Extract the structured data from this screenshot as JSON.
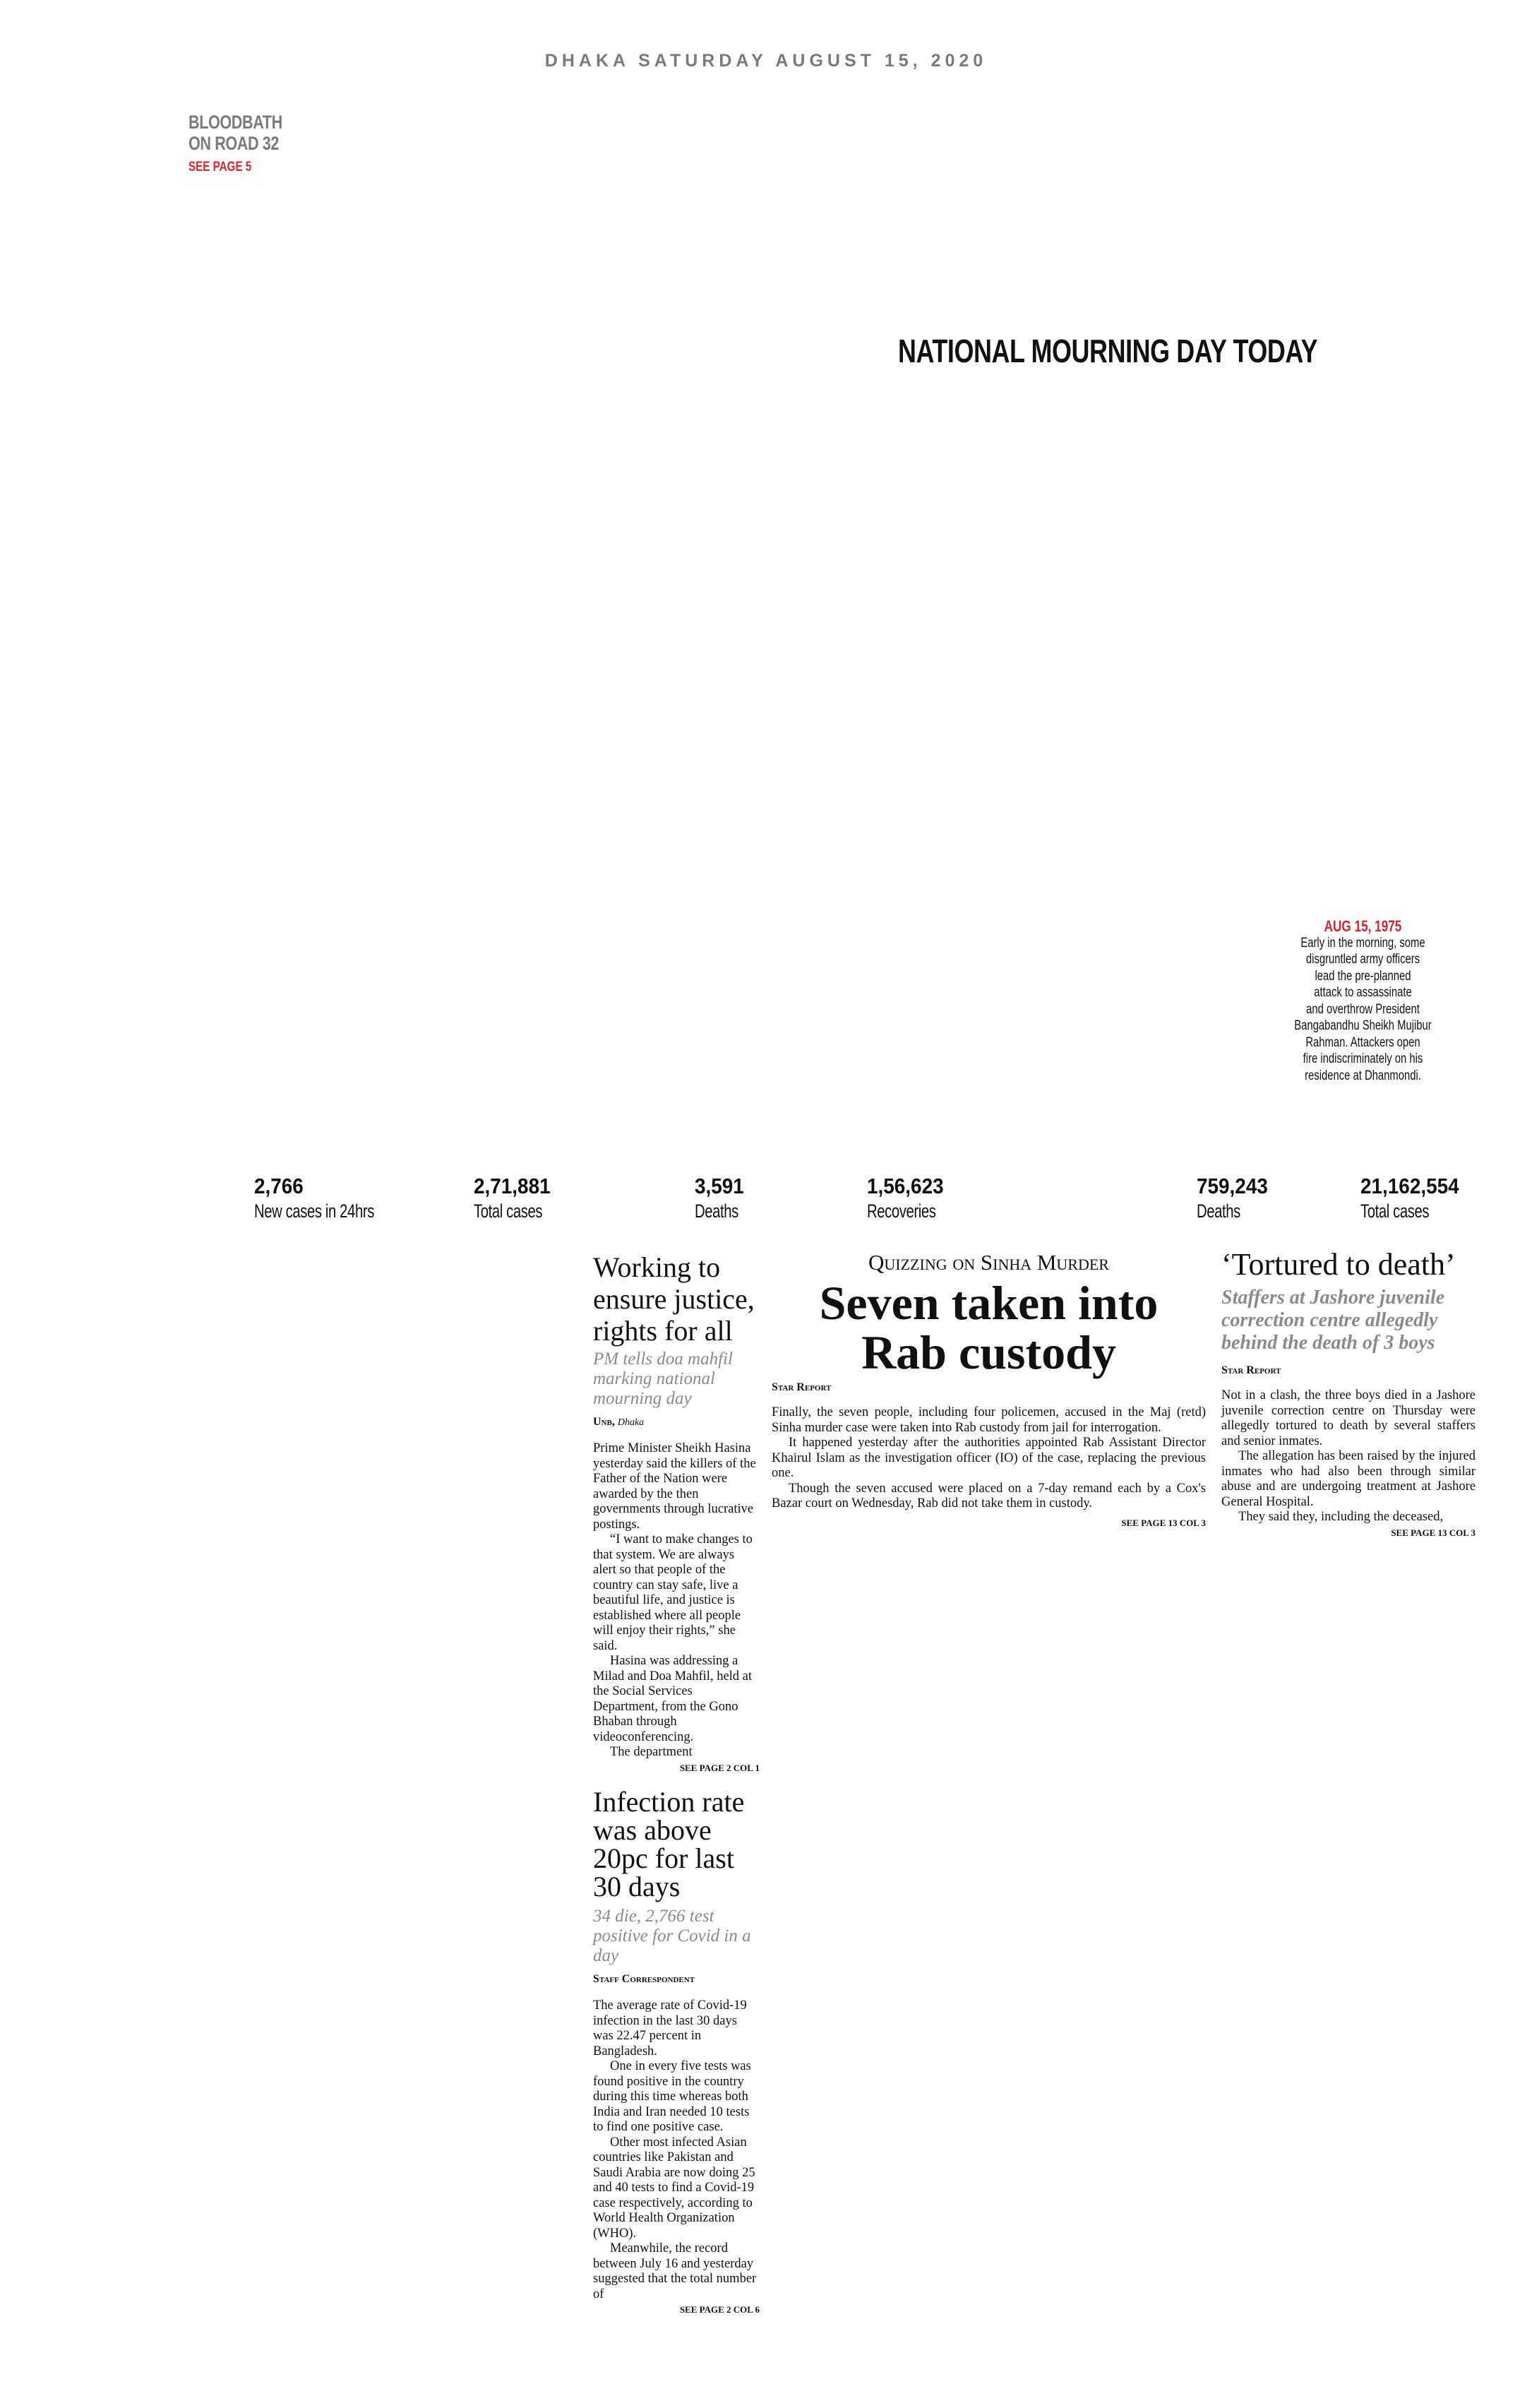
{
  "dateline": "DHAKA SATURDAY AUGUST 15, 2020",
  "teaser": {
    "line1": "BLOODBATH",
    "line2": "ON ROAD 32",
    "see": "SEE PAGE 5"
  },
  "feature_title": "NATIONAL MOURNING DAY TODAY",
  "caption": {
    "title": "AUG 15, 1975",
    "lines": [
      "Early in the morning, some",
      "disgruntled army officers",
      "lead the pre-planned",
      "attack to assassinate",
      "and overthrow President",
      "Bangabandhu Sheikh Mujibur",
      "Rahman. Attackers open",
      "fire indiscriminately on his",
      "residence at Dhanmondi."
    ]
  },
  "stats": [
    {
      "value": "2,766",
      "label": "New cases in 24hrs"
    },
    {
      "value": "2,71,881",
      "label": "Total cases"
    },
    {
      "value": "3,591",
      "label": "Deaths"
    },
    {
      "value": "1,56,623",
      "label": "Recoveries"
    },
    {
      "value": "759,243",
      "label": "Deaths"
    },
    {
      "value": "21,162,554",
      "label": "Total cases"
    }
  ],
  "colors": {
    "accent_red": "#d9232e",
    "gray": "#7a7a7a"
  },
  "story_justice": {
    "headline": "Working to ensure justice, rights for all",
    "subhead": "PM tells doa mahfil marking national mourning day",
    "byline": "Unb,",
    "byline_place": "Dhaka",
    "paragraphs": [
      "Prime Minister Sheikh Hasina yesterday said the killers of the Father of the Nation were awarded by the then governments through lucrative postings.",
      "“I want to make changes to that system. We are always alert so that people of the country can stay safe, live a beautiful life, and justice is established where all people will enjoy their rights,” she said.",
      "Hasina was addressing a Milad and Doa Mahfil, held at the Social Services Department, from the Gono Bhaban through videoconferencing.",
      "The department"
    ],
    "jump": "SEE PAGE 2 COL 1"
  },
  "story_infection": {
    "headline": "Infection rate was above 20pc for last 30 days",
    "subhead": "34 die, 2,766 test positive for Covid in a day",
    "byline": "Staff Correspondent",
    "paragraphs": [
      "The average rate of Covid-19 infection in the last 30 days was 22.47 percent in Bangladesh.",
      "One in every five tests was found positive in the country during this time whereas both India and Iran needed 10 tests to find one positive case.",
      "Other most infected Asian countries like Pakistan and Saudi Arabia are now doing 25 and 40 tests to find a Covid-19 case respectively, according to World Health Organization (WHO).",
      "Meanwhile, the record between July 16 and yesterday suggested that the total number of"
    ],
    "jump": "SEE PAGE 2 COL 6"
  },
  "story_sinha": {
    "kicker": "Quizzing on Sinha Murder",
    "headline": "Seven taken into Rab custody",
    "byline": "Star Report",
    "paragraphs": [
      "Finally, the seven people, including four policemen, accused in the Maj (retd) Sinha murder case were taken into Rab custody from jail for interrogation.",
      "It happened yesterday after the authorities appointed Rab Assistant Director Khairul Islam as the investigation officer (IO) of the case, replacing the previous one.",
      "Though the seven accused were placed on a 7-day remand each by a Cox's Bazar court on Wednesday, Rab did not take them in custody."
    ],
    "jump": "SEE PAGE 13 COL 3"
  },
  "story_tortured": {
    "headline": "‘Tortured to death’",
    "subhead": "Staffers at Jashore juvenile correction centre allegedly behind the death of 3 boys",
    "byline": "Star Report",
    "paragraphs": [
      "Not in a clash, the three boys died in a Jashore juvenile correction centre on Thursday were allegedly tortured to death by several staffers and senior inmates.",
      "The allegation has been raised by the injured inmates who had also been through similar abuse and are undergoing treatment at Jashore General Hospital.",
      "They said they, including the deceased,"
    ],
    "jump": "SEE PAGE 13 COL 3"
  }
}
